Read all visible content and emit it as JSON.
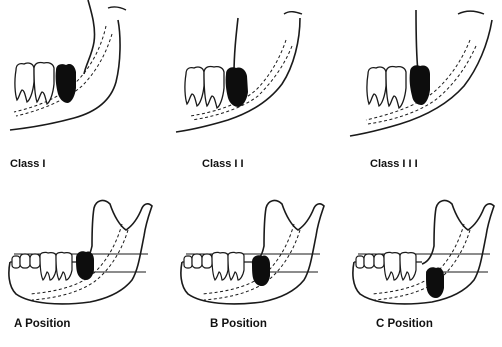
{
  "figure": {
    "top_row": {
      "captions": [
        "Class I",
        "Class I I",
        "Class I I I"
      ]
    },
    "bottom_row": {
      "captions": [
        "A Position",
        "B Position",
        "C Position"
      ]
    }
  },
  "colors": {
    "line": "#1a1a1a",
    "impacted_tooth": "#0d0d0d",
    "background": "#ffffff"
  }
}
